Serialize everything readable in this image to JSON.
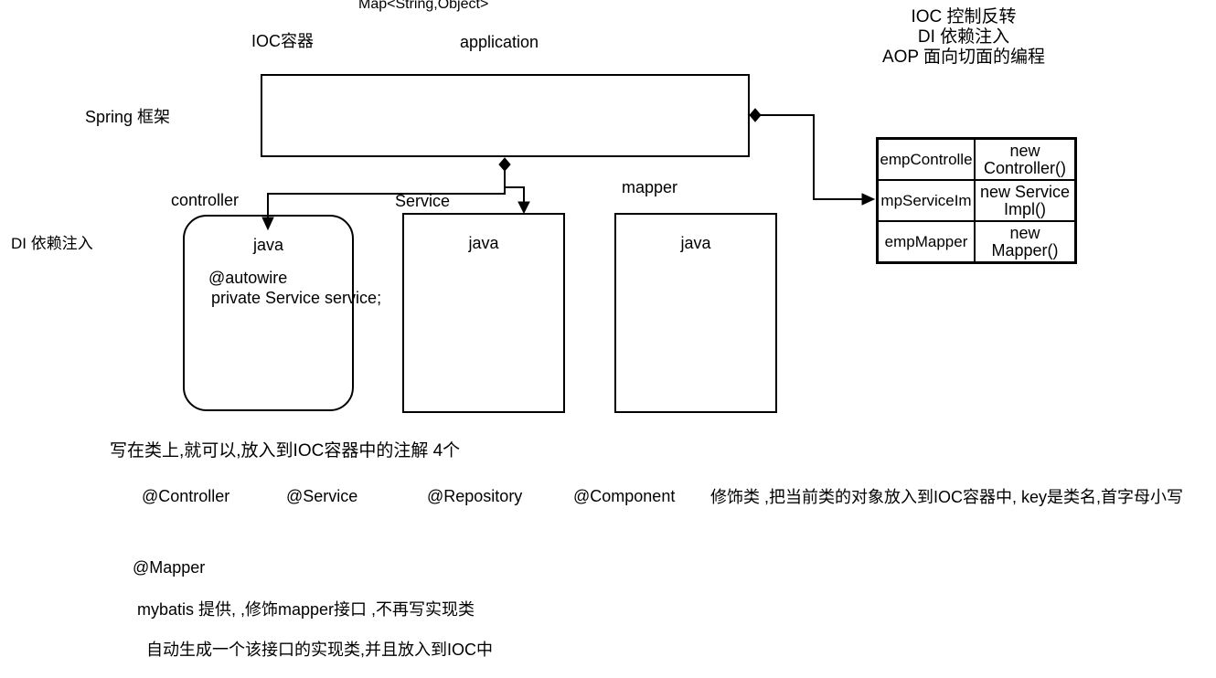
{
  "colors": {
    "stroke": "#000000",
    "text": "#000000",
    "background": "#ffffff"
  },
  "top": {
    "map_type": "Map<String,Object>",
    "ioc_container": "IOC容器",
    "application": "application",
    "concepts": [
      "IOC  控制反转",
      "DI 依赖注入",
      "AOP 面向切面的编程"
    ]
  },
  "labels": {
    "spring": "Spring 框架",
    "di": "DI 依赖注入",
    "controller": "controller",
    "service": "Service",
    "mapper": "mapper"
  },
  "boxes": {
    "controller": {
      "tag": "java",
      "code1": "@autowire",
      "code2": "private Service service;"
    },
    "service": {
      "tag": "java"
    },
    "mapper": {
      "tag": "java"
    }
  },
  "bean_table": {
    "rows": [
      {
        "key": "empControlle",
        "value_lines": [
          "new",
          "Controller()"
        ]
      },
      {
        "key": "mpServiceIm",
        "value_lines": [
          "new Service",
          "Impl()"
        ]
      },
      {
        "key": "empMapper",
        "value_lines": [
          "new",
          "Mapper()"
        ]
      }
    ]
  },
  "notes": {
    "line1": "写在类上,就可以,放入到IOC容器中的注解 4个",
    "annotations": [
      "@Controller",
      "@Service",
      "@Repository",
      "@Component"
    ],
    "annotation_desc": "修饰类 ,把当前类的对象放入到IOC容器中, key是类名,首字母小写",
    "mapper_annotation": "@Mapper",
    "mapper_line1": "mybatis 提供, ,修饰mapper接口 ,不再写实现类",
    "mapper_line2": "自动生成一个该接口的实现类,并且放入到IOC中"
  }
}
